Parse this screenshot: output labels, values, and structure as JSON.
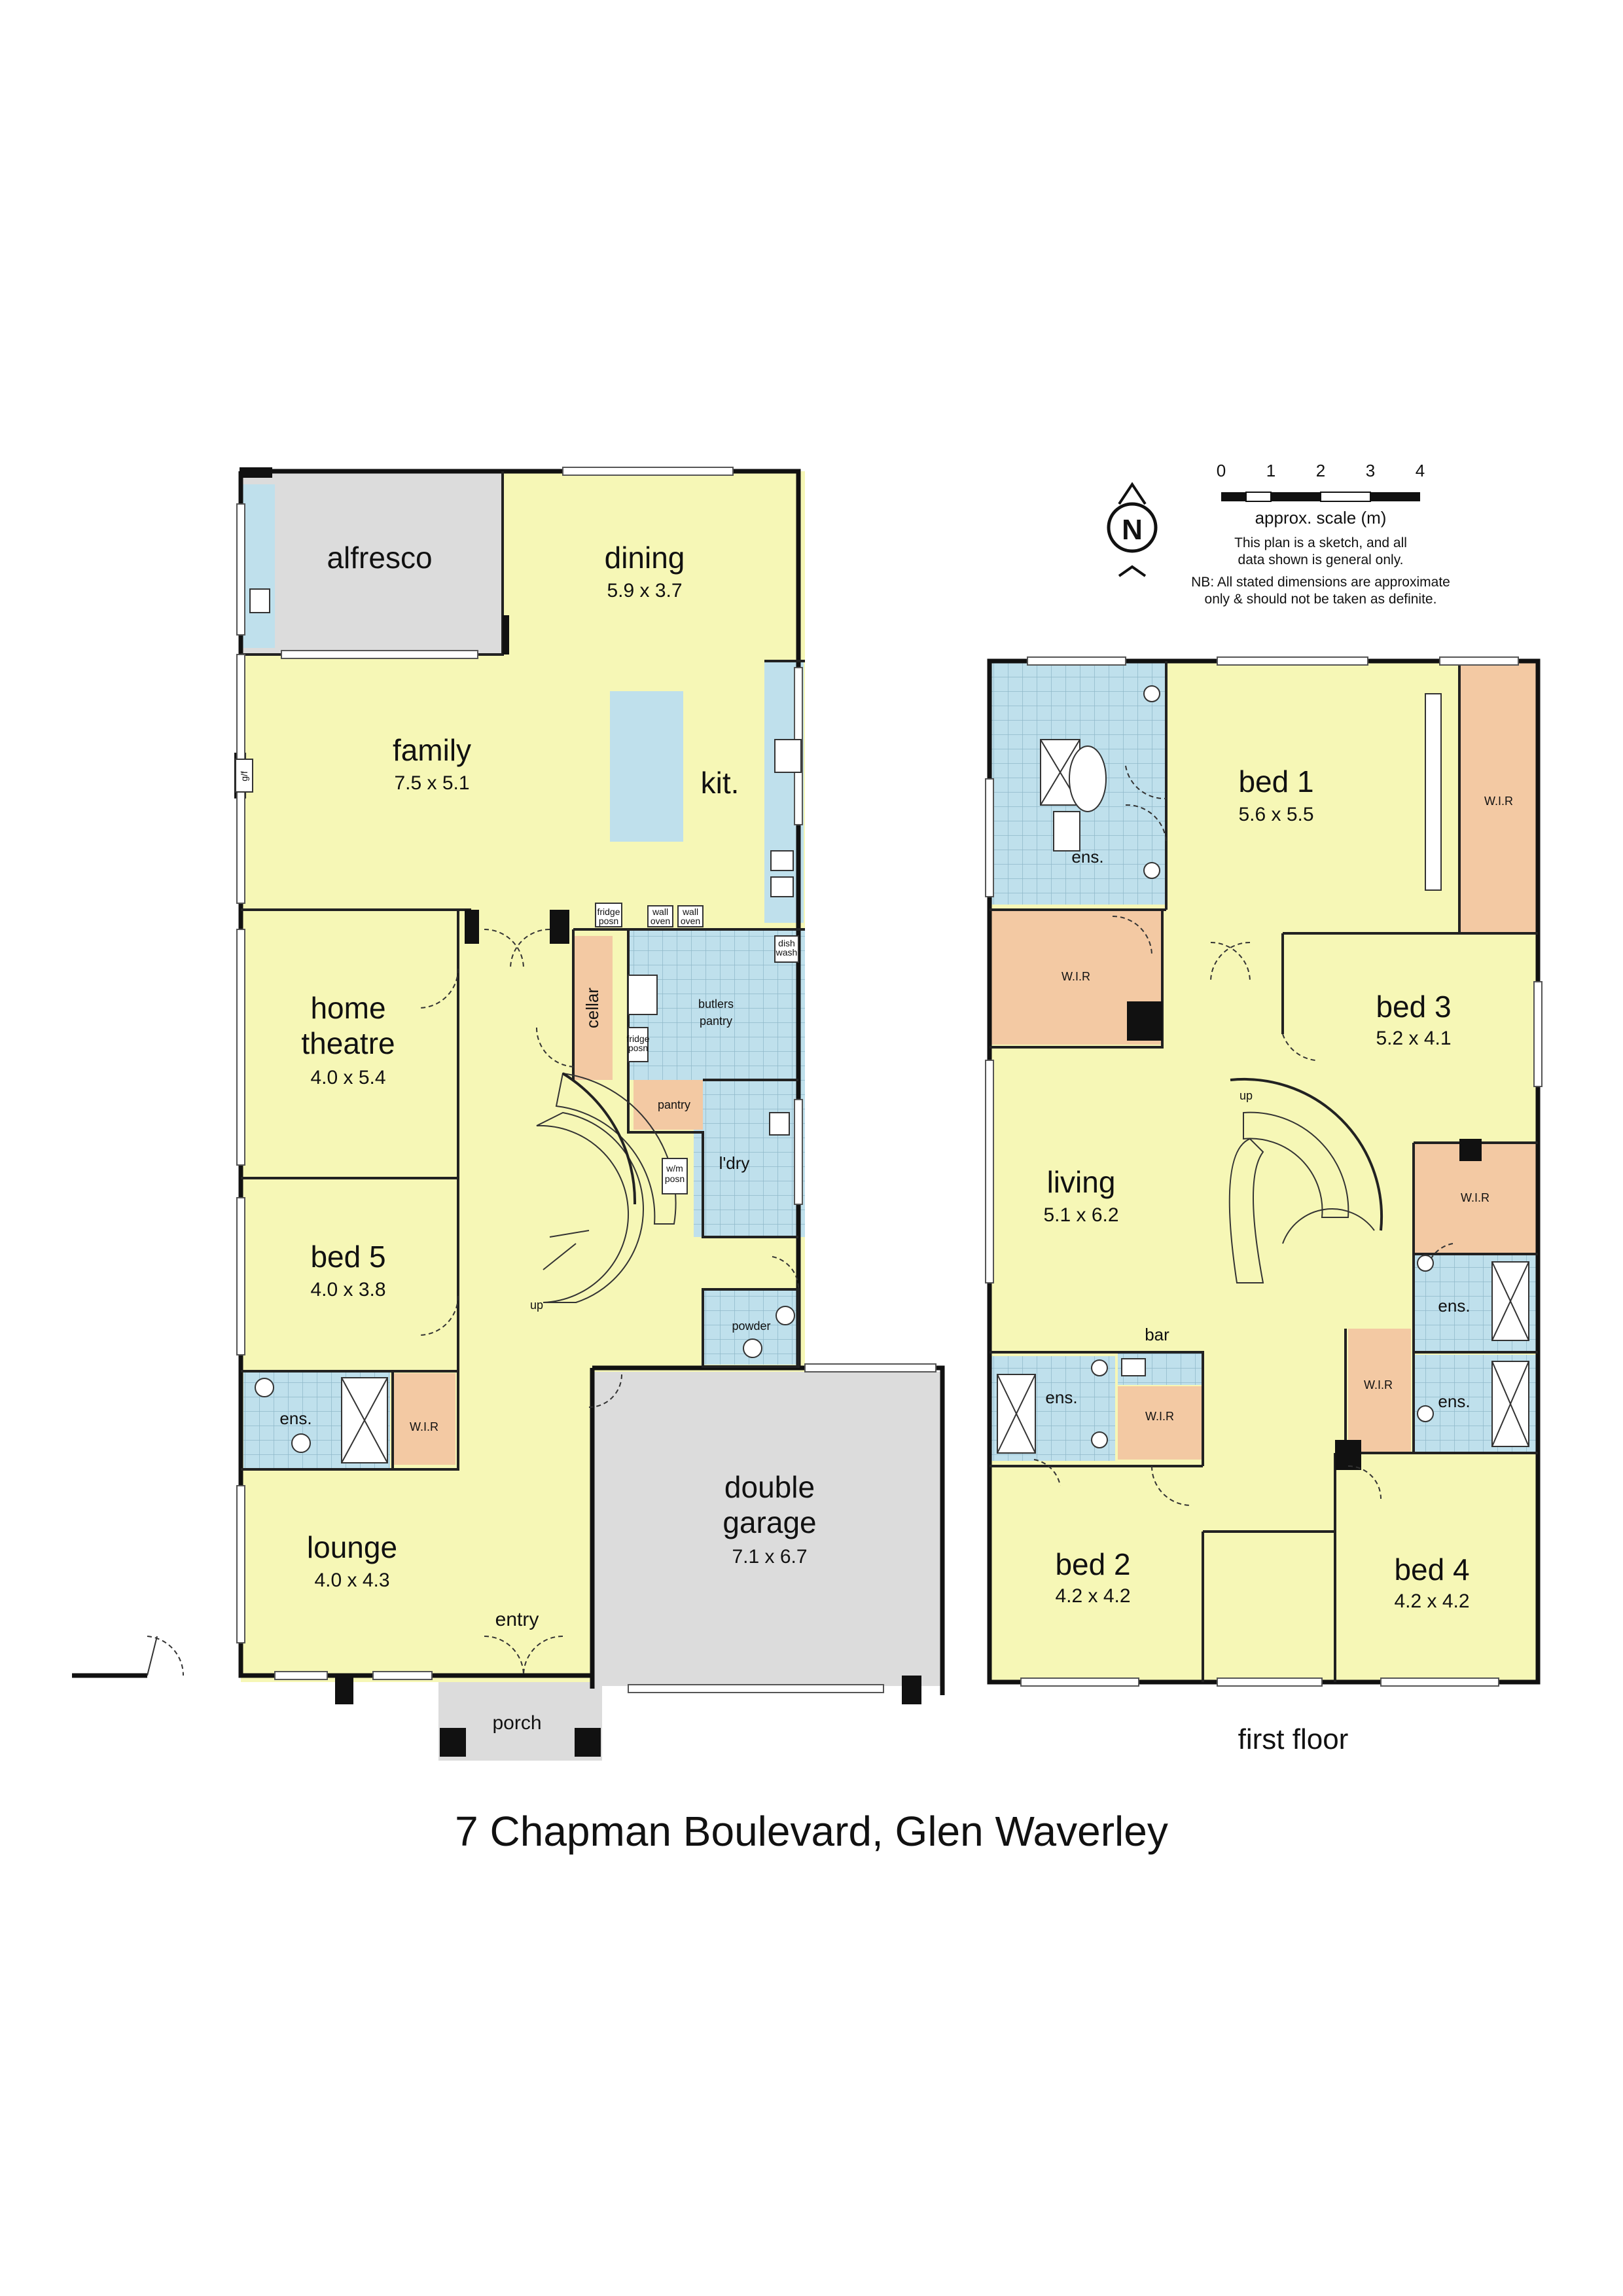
{
  "address": "7 Chapman Boulevard, Glen Waverley",
  "first_floor_label": "first floor",
  "scale": {
    "ticks": [
      "0",
      "1",
      "2",
      "3",
      "4"
    ],
    "label": "approx. scale (m)",
    "disclaimer_line1": "This plan is a sketch, and all",
    "disclaimer_line2": "data shown is general only.",
    "nb_line1": "NB: All stated dimensions are approximate",
    "nb_line2": "only & should not be taken as definite."
  },
  "compass": {
    "letter": "N"
  },
  "ground": {
    "alfresco": "alfresco",
    "dining": {
      "name": "dining",
      "dims": "5.9 x 3.7"
    },
    "family": {
      "name": "family",
      "dims": "7.5 x 5.1"
    },
    "kit": "kit.",
    "home_theatre": {
      "name_line1": "home",
      "name_line2": "theatre",
      "dims": "4.0 x 5.4"
    },
    "bed5": {
      "name": "bed 5",
      "dims": "4.0 x 3.8"
    },
    "ens": "ens.",
    "wir": "W.I.R",
    "lounge": {
      "name": "lounge",
      "dims": "4.0 x 4.3"
    },
    "entry": "entry",
    "porch": "porch",
    "double_garage": {
      "name_line1": "double",
      "name_line2": "garage",
      "dims": "7.1 x 6.7"
    },
    "cellar": "cellar",
    "butlers_pantry_line1": "butlers",
    "butlers_pantry_line2": "pantry",
    "pantry": "pantry",
    "ldry": "l'dry",
    "powder": "powder",
    "up": "up",
    "fridge_posn_1": "fridge",
    "fridge_posn_2": "posn",
    "wall_oven_1": "wall",
    "wall_oven_2": "oven",
    "dish_wash_1": "dish",
    "dish_wash_2": "wash",
    "wm_1": "w/m",
    "wm_2": "posn",
    "gf": "g/f"
  },
  "first": {
    "bed1": {
      "name": "bed 1",
      "dims": "5.6 x 5.5"
    },
    "bed3": {
      "name": "bed 3",
      "dims": "5.2 x 4.1"
    },
    "living": {
      "name": "living",
      "dims": "5.1 x 6.2"
    },
    "bed2": {
      "name": "bed 2",
      "dims": "4.2 x 4.2"
    },
    "bed4": {
      "name": "bed 4",
      "dims": "4.2 x 4.2"
    },
    "bar": "bar",
    "ens": "ens.",
    "wir": "W.I.R",
    "up": "up"
  },
  "colors": {
    "room": "#f6f7b6",
    "wet": "#bfe0ec",
    "robe": "#f3c9a3",
    "garage": "#dcdcdc",
    "wall": "#111111"
  }
}
